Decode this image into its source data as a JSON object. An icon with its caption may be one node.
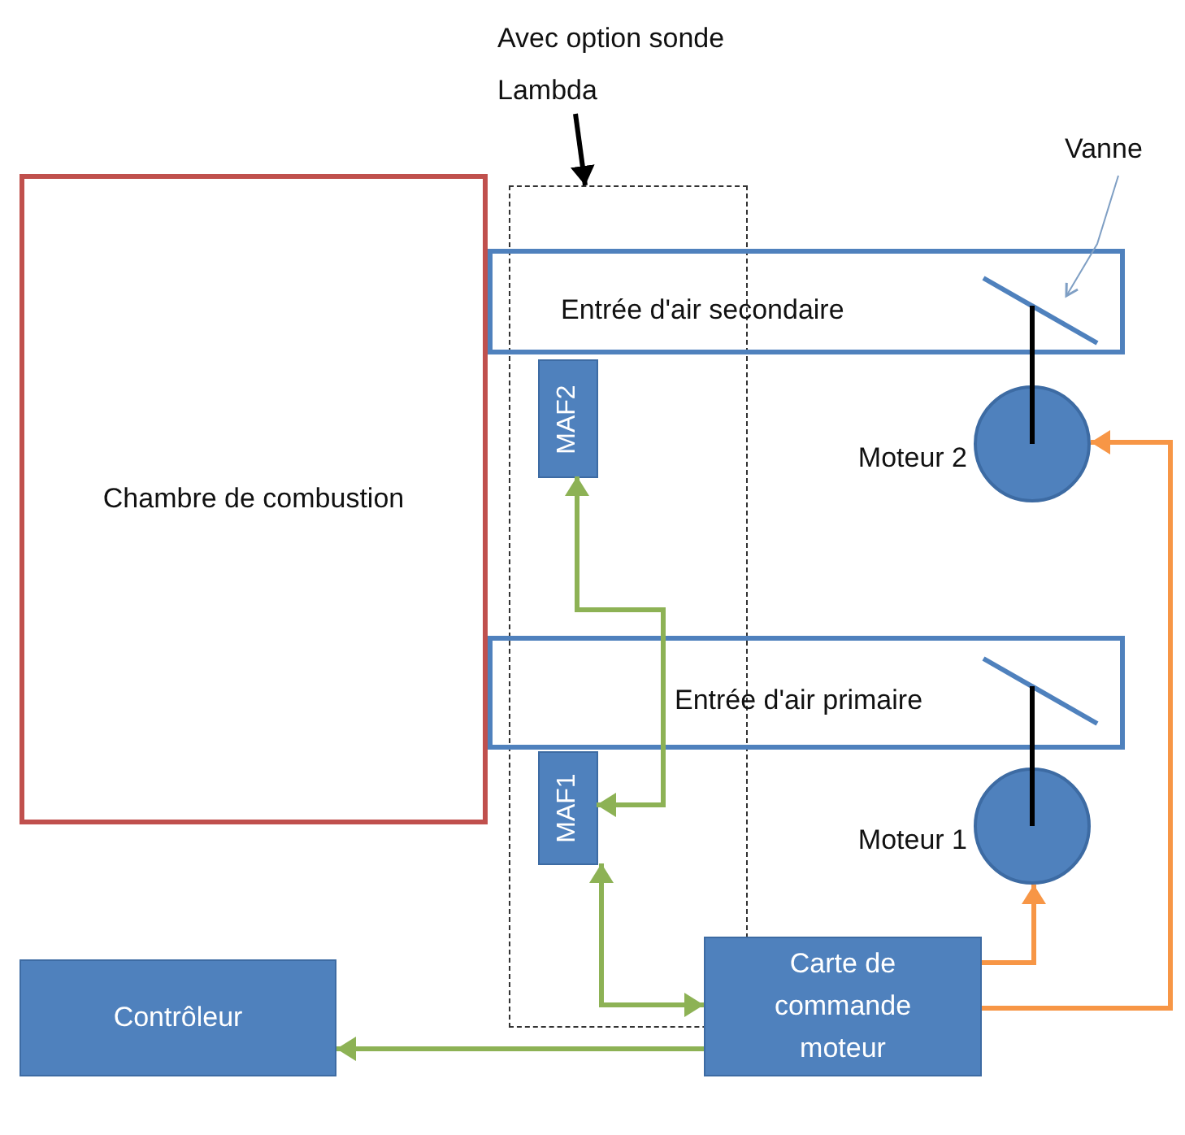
{
  "diagram": {
    "nodes": [
      {
        "text": [
          "Avec option sonde Lambda"
        ]
      },
      {
        "text": [
          "Vanne"
        ]
      },
      {
        "text": [
          "Chambre de combustion"
        ]
      },
      {
        "text": [],
        "shape": "box"
      },
      {
        "text": [
          "Entrée d'air secondaire"
        ]
      },
      {
        "text": [],
        "shape": "bar",
        "in": 4
      },
      {
        "text": [
          "MAF2"
        ],
        "in": 3
      },
      {
        "text": [],
        "shape": "circle",
        "beside": [
          "Moteur 2"
        ]
      },
      {
        "text": [
          "Entrée d'air primaire"
        ]
      },
      {
        "text": [],
        "shape": "bar",
        "in": 8
      },
      {
        "text": [
          "MAF1"
        ],
        "in": 3
      },
      {
        "text": [],
        "shape": "circle",
        "beside": [
          "Moteur 1"
        ]
      },
      {
        "text": [
          "Carte de commande moteur"
        ]
      },
      {
        "text": [
          "Contrôleur"
        ]
      }
    ],
    "edges": [
      {
        "from": 0,
        "to": 3,
        "arrow": "to",
        "color": "#000000"
      },
      {
        "from": 1,
        "to": 5,
        "arrow": "to",
        "color": "#7f9fc4"
      },
      {
        "from": 10,
        "to": 6,
        "arrow": "both",
        "color": "#8db255"
      },
      {
        "from": 10,
        "to": 12,
        "arrow": "both",
        "color": "#8db255"
      },
      {
        "from": 12,
        "to": 13,
        "arrow": "to",
        "color": "#8db255"
      },
      {
        "from": 12,
        "to": 11,
        "arrow": "to",
        "color": "#f79646"
      },
      {
        "from": 12,
        "to": 7,
        "arrow": "to",
        "color": "#f79646"
      },
      {
        "from": 7,
        "to": 5,
        "arrow": "none",
        "color": "#000000"
      },
      {
        "from": 11,
        "to": 9,
        "arrow": "none",
        "color": "#000000"
      }
    ]
  }
}
